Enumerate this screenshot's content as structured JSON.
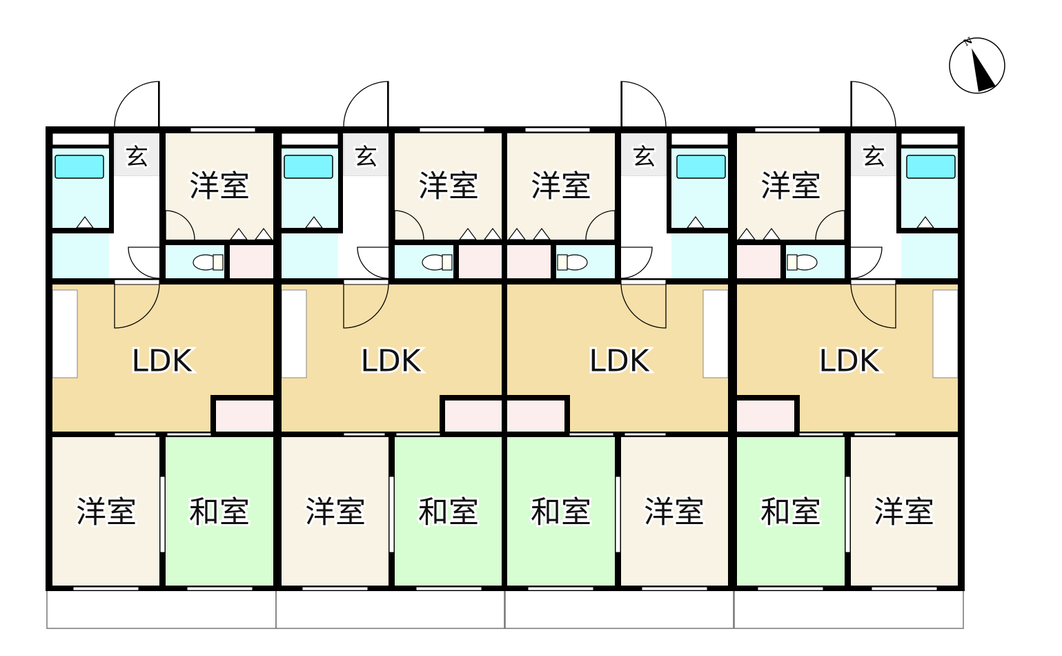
{
  "title": "Floor plan - 4 units",
  "compass": {
    "label": "N",
    "rotation_deg": -20
  },
  "colors": {
    "wall": "#000000",
    "ldk": "#f6e0a9",
    "western_room": "#f8f3e4",
    "japanese_room": "#d7fdd2",
    "wet_area": "#defefe",
    "bathtub": "#7ff6ff",
    "storage": "#fdeeee",
    "entrance": "#eeeeee"
  },
  "units": [
    {
      "mirrored": false,
      "entrance": "玄",
      "top_room": "洋室",
      "ldk": "LDK",
      "bottom_outer_room": "洋室",
      "bottom_inner_room": "和室"
    },
    {
      "mirrored": false,
      "entrance": "玄",
      "top_room": "洋室",
      "ldk": "LDK",
      "bottom_outer_room": "洋室",
      "bottom_inner_room": "和室"
    },
    {
      "mirrored": true,
      "entrance": "玄",
      "top_room": "洋室",
      "ldk": "LDK",
      "bottom_outer_room": "洋室",
      "bottom_inner_room": "和室"
    },
    {
      "mirrored": true,
      "entrance": "玄",
      "top_room": "洋室",
      "ldk": "LDK",
      "bottom_outer_room": "洋室",
      "bottom_inner_room": "和室"
    }
  ]
}
